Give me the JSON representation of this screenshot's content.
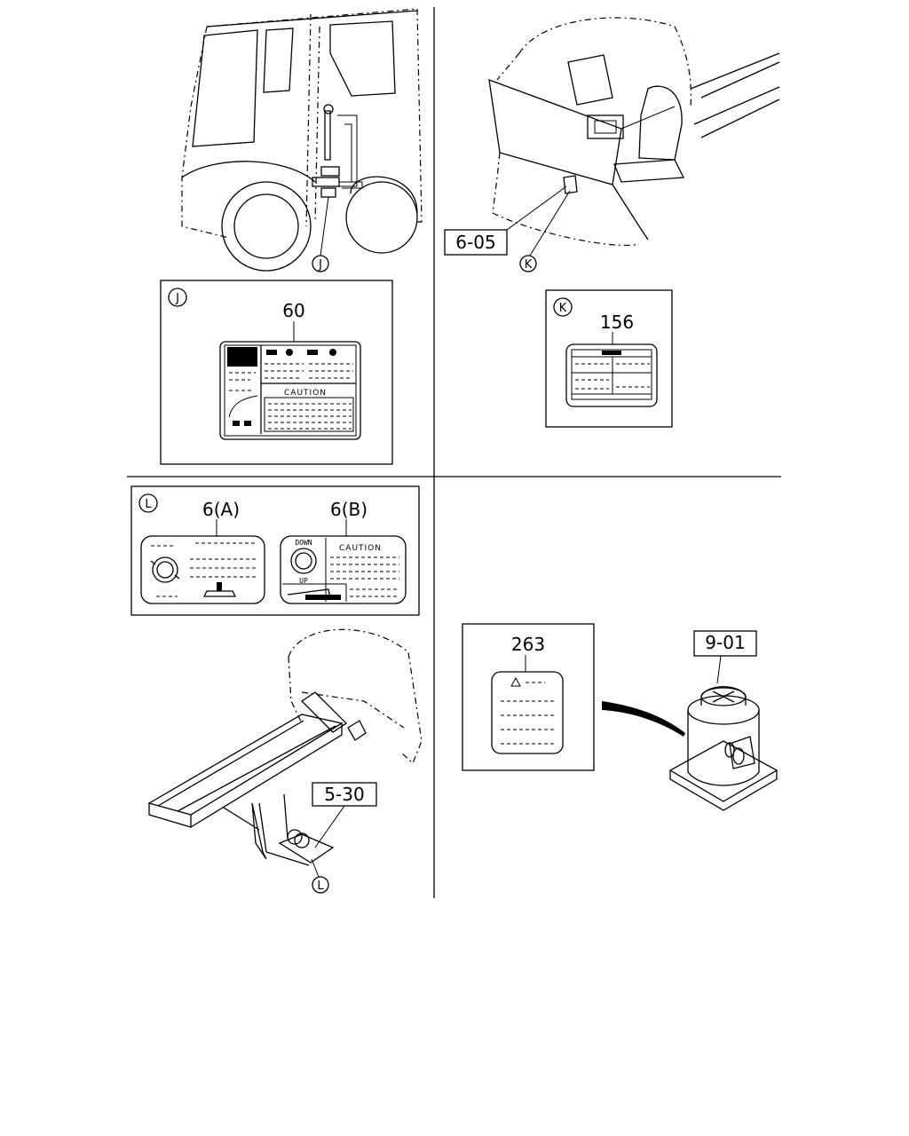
{
  "callouts": {
    "j": "J",
    "k": "K",
    "l": "L"
  },
  "part_labels": {
    "p60": "60",
    "p6_05": "6-05",
    "p156": "156",
    "p6a": "6(A)",
    "p6b": "6(B)",
    "p5_30": "5-30",
    "p263": "263",
    "p9_01": "9-01"
  },
  "decal_text": {
    "caution_60": "CAUTION",
    "caution_6b": "CAUTION",
    "down_6b": "DOWN",
    "up_6b": "UP"
  }
}
